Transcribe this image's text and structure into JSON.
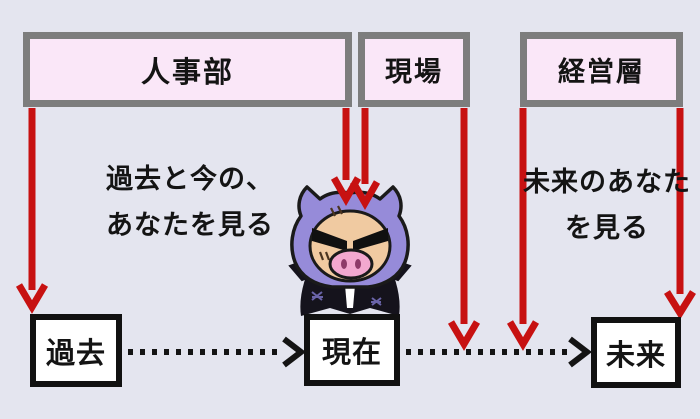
{
  "colors": {
    "background": "#e4e5ef",
    "observer_box_border": "#7d7d7d",
    "observer_box_fill": "#fae7f8",
    "timeline_box_border": "#111111",
    "timeline_box_fill": "#ffffff",
    "arrow_red": "#c71111",
    "dotted_arrow_black": "#141414",
    "text_black": "#141414",
    "pig_hood_purple": "#968bd9",
    "pig_face_tan": "#f0caa1",
    "pig_snout_pink": "#f3a8cf",
    "pig_cloak_black": "#15131c",
    "pig_bowtie_gray": "#b9bcc8"
  },
  "observers": [
    {
      "label": "人事部"
    },
    {
      "label": "現場"
    },
    {
      "label": "経営層"
    }
  ],
  "timeline": [
    {
      "label": "過去"
    },
    {
      "label": "現在"
    },
    {
      "label": "未来"
    }
  ],
  "annotations": {
    "hr_note_line1": "過去と今の、",
    "hr_note_line2": "あなたを見る",
    "mgmt_note_line1": "未来のあなた",
    "mgmt_note_line2": "を見る"
  },
  "character": {
    "name": "pig-mascot"
  }
}
